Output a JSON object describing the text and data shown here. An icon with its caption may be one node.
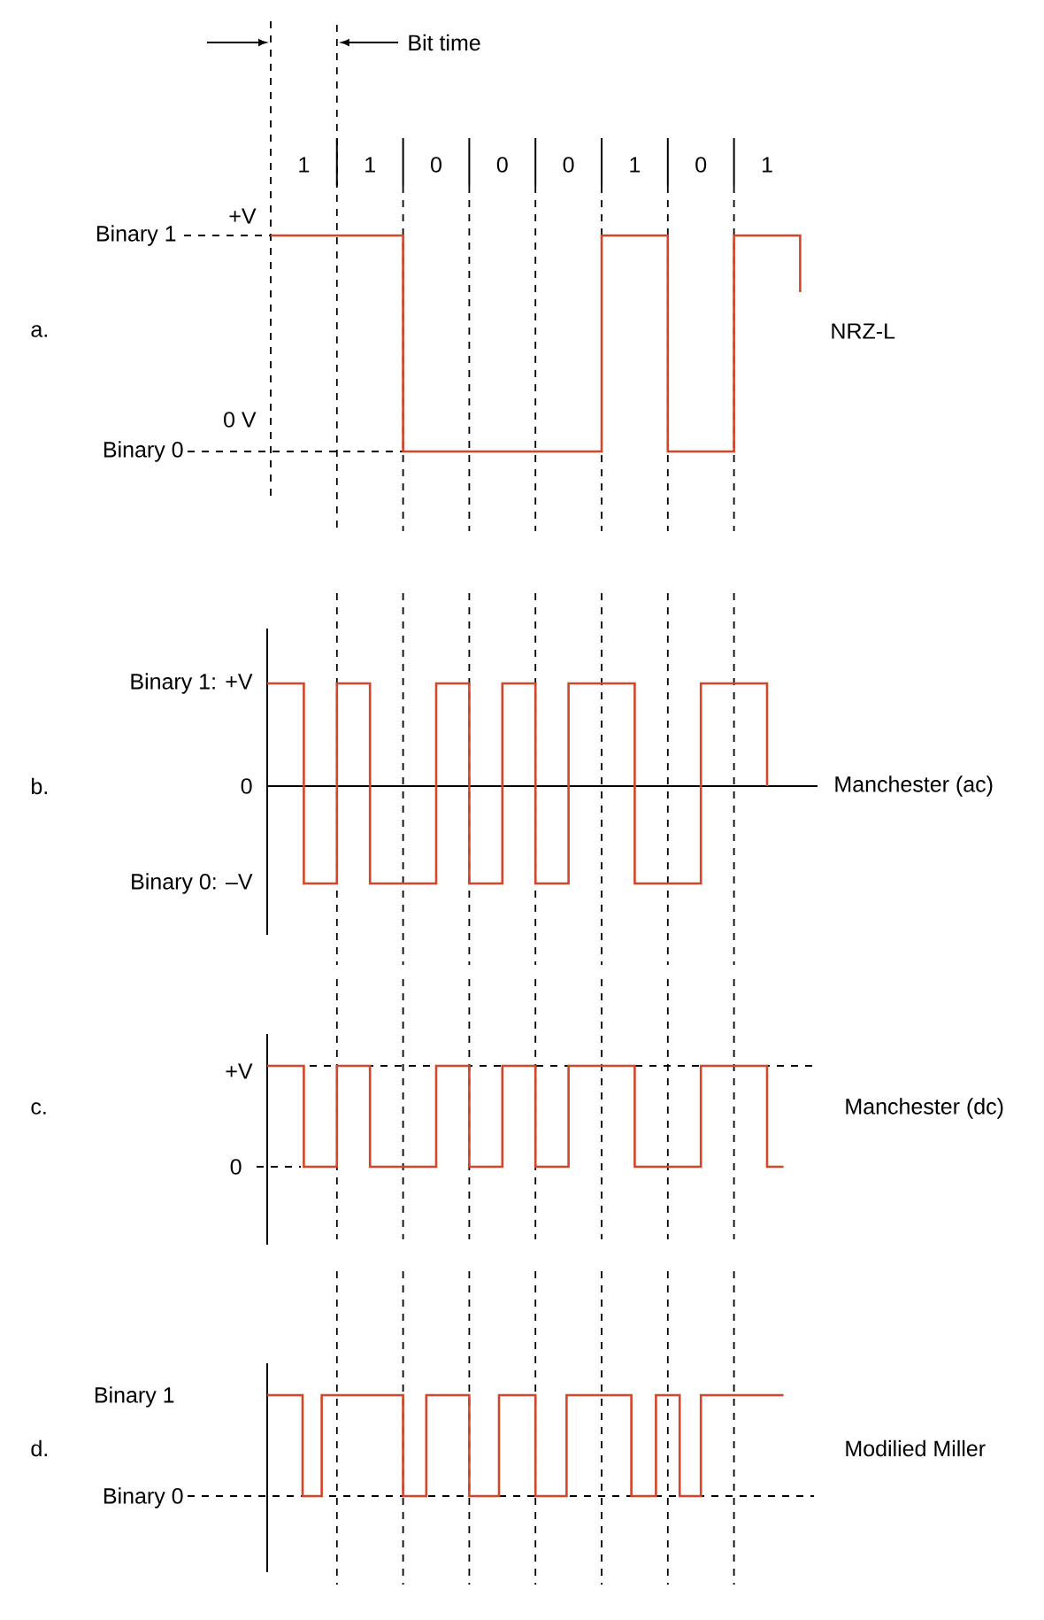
{
  "diagram": {
    "labels": [
      "Bit time",
      "1",
      "1",
      "0",
      "0",
      "0",
      "1",
      "0",
      "1",
      "+V",
      "Binary 1",
      "a.",
      "NRZ-L",
      "0 V",
      "Binary 0",
      "Binary 1: +V",
      "b.",
      "0",
      "Manchester (ac)",
      "Binary 0: –V",
      "+V",
      "c.",
      "Manchester (dc)",
      "0",
      "Binary 1",
      "d.",
      "Modilied Miller",
      "Binary 0"
    ]
  }
}
